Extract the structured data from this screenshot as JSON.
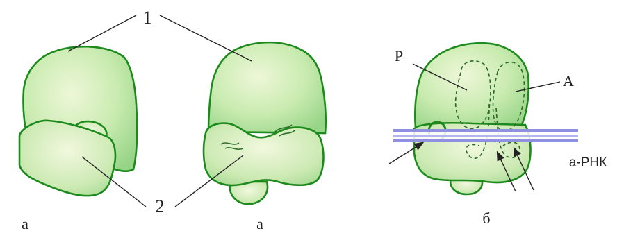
{
  "labels": {
    "large_subunit": "1",
    "small_subunit": "2",
    "view_a_left": "а",
    "view_a_right": "а",
    "view_b": "б",
    "p_site": "Р",
    "a_site": "А",
    "mrna": "а-РНК"
  },
  "colors": {
    "subunit_fill_light": "#eef7d8",
    "subunit_fill_dark": "#96d486",
    "subunit_stroke": "#1c8a1c",
    "mrna_band": "#8f90e0",
    "text": "#222222"
  }
}
